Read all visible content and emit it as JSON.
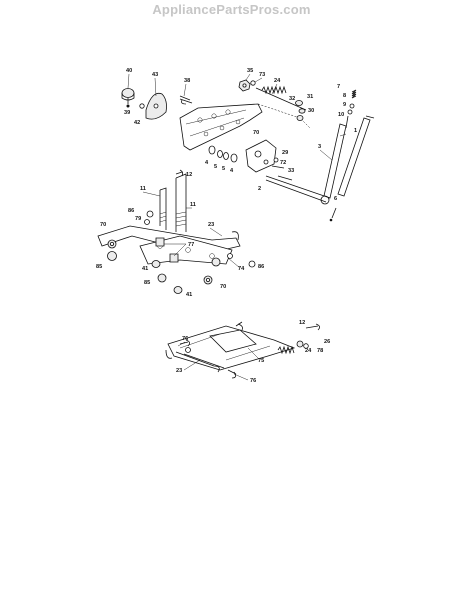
{
  "watermark": "AppliancePartsPros.com",
  "labels": {
    "l40": "40",
    "l43": "43",
    "l38": "38",
    "l39": "39",
    "l42": "42",
    "l35": "35",
    "l73": "73",
    "l24a": "24",
    "l32": "32",
    "l31": "31",
    "l30": "30",
    "l7": "7",
    "l8": "8",
    "l9": "9",
    "l10": "10",
    "l1": "1",
    "l3": "3",
    "l70a": "70",
    "l29": "29",
    "l72": "72",
    "l33": "33",
    "l2": "2",
    "l6": "6",
    "l4a": "4",
    "l5a": "5",
    "l5b": "5",
    "l4b": "4",
    "l11a": "11",
    "l12a": "12",
    "l11b": "11",
    "l86a": "86",
    "l79": "79",
    "l70b": "70",
    "l23a": "23",
    "l77": "77",
    "l85a": "85",
    "l41a": "41",
    "l74": "74",
    "l86b": "86",
    "l85b": "85",
    "l41b": "41",
    "l70c": "70",
    "l12b": "12",
    "l76a": "76",
    "l26": "26",
    "l78": "78",
    "l24b": "24",
    "l75": "75",
    "l23b": "23",
    "l76b": "76"
  }
}
